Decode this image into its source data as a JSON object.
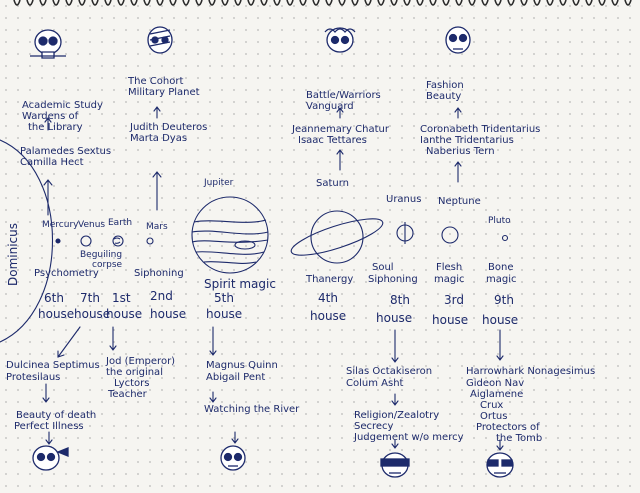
{
  "side_label": "Dominicus",
  "columns": {
    "mercury_venus_earth": {
      "top_list": [
        "Academic Study",
        "Wardens of",
        "the Library"
      ],
      "names": [
        "Palamedes Sextus",
        "Camilla Hect"
      ],
      "planet_names": [
        "Mercury",
        "Venus",
        "Earth"
      ],
      "magic_a": "Psychometry",
      "magic_b": "Beguiling",
      "magic_b2": "corpse",
      "house_a": [
        "6th",
        "house"
      ],
      "house_b": [
        "7th",
        "house"
      ],
      "house_c": [
        "1st",
        "house"
      ],
      "bottom_names_a": [
        "Dulcinea Septimus",
        "Protesilaus"
      ],
      "bottom_list_a": [
        "Beauty of death",
        "Perfect Illness"
      ],
      "bottom_list_b": [
        "Jod (Emperor)",
        "the original",
        "Lyctors",
        "Teacher"
      ]
    },
    "mars": {
      "top_list": [
        "The Cohort",
        "Military Planet"
      ],
      "names": [
        "Judith Deuteros",
        "Marta Dyas"
      ],
      "planet_name": "Mars",
      "magic": "Siphoning",
      "house": [
        "2nd",
        "house"
      ]
    },
    "jupiter": {
      "planet_name": "Jupiter",
      "magic": "Spirit magic",
      "house": [
        "5th",
        "house"
      ],
      "bottom_names": [
        "Magnus Quinn",
        "Abigail Pent"
      ],
      "bottom_list": [
        "Watching the River"
      ]
    },
    "saturn": {
      "top_list": [
        "Battle/Warriors",
        "Vanguard"
      ],
      "names": [
        "Jeannemary Chatur",
        "Isaac Tettares"
      ],
      "planet_name": "Saturn",
      "magic": "Thanergy",
      "house": [
        "4th",
        "house"
      ]
    },
    "uranus": {
      "planet_name": "Uranus",
      "magic": [
        "Soul",
        "Siphoning"
      ],
      "house": [
        "8th",
        "house"
      ],
      "bottom_names": [
        "Silas Octakiseron",
        "Colum Asht"
      ],
      "bottom_list": [
        "Religion/Zealotry",
        "Secrecy",
        "Judgement w/o mercy"
      ]
    },
    "neptune": {
      "top_list": [
        "Fashion",
        "Beauty"
      ],
      "names": [
        "Coronabeth Tridentarius",
        "Ianthe Tridentarius",
        "Naberius Tern"
      ],
      "planet_name": "Neptune",
      "magic": [
        "Flesh",
        "magic"
      ],
      "house": [
        "3rd",
        "house"
      ]
    },
    "pluto": {
      "planet_name": "Pluto",
      "magic": [
        "Bone",
        "magic"
      ],
      "house": [
        "9th",
        "house"
      ],
      "bottom_names": [
        "Harrowhark Nonagesimus",
        "Gideon Nav",
        "Aiglamene",
        "Crux",
        "Ortus",
        "Protectors of",
        "the Tomb"
      ]
    }
  },
  "colors": {
    "ink": "#1d2a6b",
    "paper": "#f6f5f1",
    "dot": "#c9c9c6"
  },
  "icons": [
    "skull-icon",
    "planet-icon",
    "arrow-icon"
  ]
}
